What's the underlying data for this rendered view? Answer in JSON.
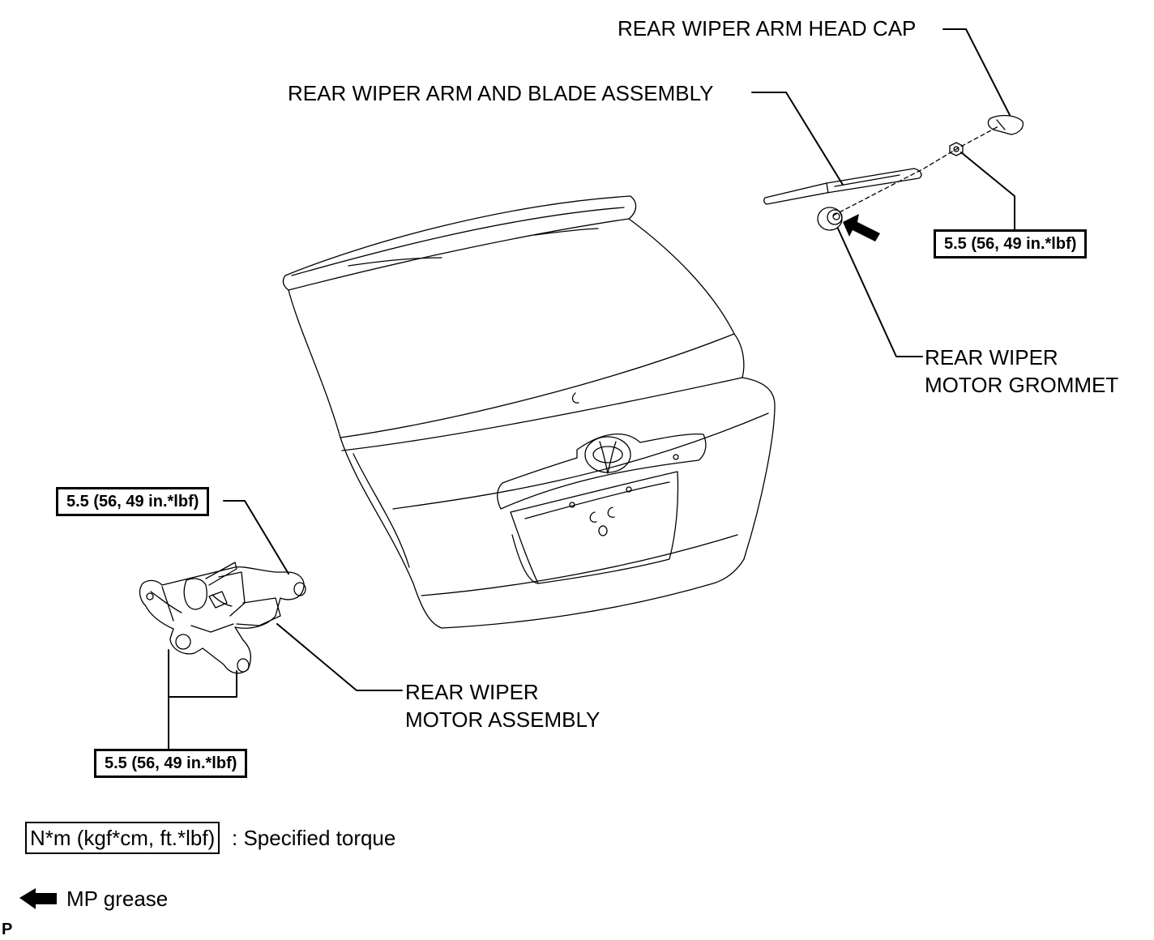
{
  "labels": {
    "head_cap": "REAR WIPER ARM HEAD CAP",
    "arm_blade": "REAR WIPER ARM AND BLADE ASSEMBLY",
    "grommet_line1": "REAR WIPER",
    "grommet_line2": "MOTOR GROMMET",
    "motor_line1": "REAR WIPER",
    "motor_line2": "MOTOR ASSEMBLY"
  },
  "torques": {
    "arm_nut": "5.5 (56, 49 in.*lbf)",
    "motor_upper": "5.5 (56, 49 in.*lbf)",
    "motor_lower": "5.5 (56, 49 in.*lbf)"
  },
  "legend": {
    "torque_unit": "N*m (kgf*cm, ft.*lbf)",
    "torque_text": ": Specified torque",
    "grease_text": "MP grease"
  },
  "corner_mark": "P",
  "icons": {
    "grease_arrow": "left-arrow-icon"
  }
}
